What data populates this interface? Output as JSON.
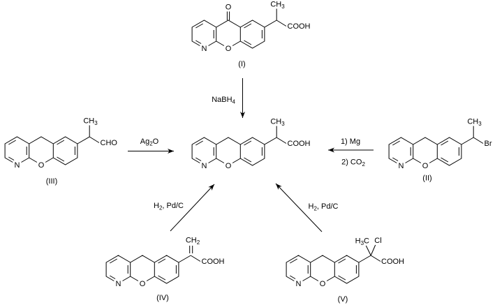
{
  "scheme": {
    "colors": {
      "ink": "#000000",
      "background": "#ffffff"
    },
    "atoms": {
      "N": "N",
      "O": "O",
      "COOH": "COOH",
      "CHO": "CHO",
      "Br": "Br",
      "Cl": "Cl"
    },
    "atoms_rich": {
      "CH3": [
        {
          "t": "CH"
        },
        {
          "t": "3",
          "s": true
        }
      ],
      "CH2": [
        {
          "t": "CH"
        },
        {
          "t": "2",
          "s": true
        }
      ],
      "H3C": [
        {
          "t": "H"
        },
        {
          "t": "3",
          "s": true
        },
        {
          "t": "C"
        }
      ]
    },
    "compound_labels": {
      "I": "(I)",
      "II": "(II)",
      "III": "(III)",
      "IV": "(IV)",
      "V": "(V)"
    },
    "reagents": {
      "nabh4": [
        {
          "t": "NaBH"
        },
        {
          "t": "4",
          "s": true
        }
      ],
      "ag2o": [
        {
          "t": "Ag"
        },
        {
          "t": "2",
          "s": true
        },
        {
          "t": "O"
        }
      ],
      "mg_step1": [
        {
          "t": "1) Mg"
        }
      ],
      "co2_step2": [
        {
          "t": "2) CO"
        },
        {
          "t": "2",
          "s": true
        }
      ],
      "h2_pdc_left": [
        {
          "t": "H"
        },
        {
          "t": "2",
          "s": true
        },
        {
          "t": ", Pd/C"
        }
      ],
      "h2_pdc_right": [
        {
          "t": "H"
        },
        {
          "t": "2",
          "s": true
        },
        {
          "t": ", Pd/C"
        }
      ]
    }
  }
}
